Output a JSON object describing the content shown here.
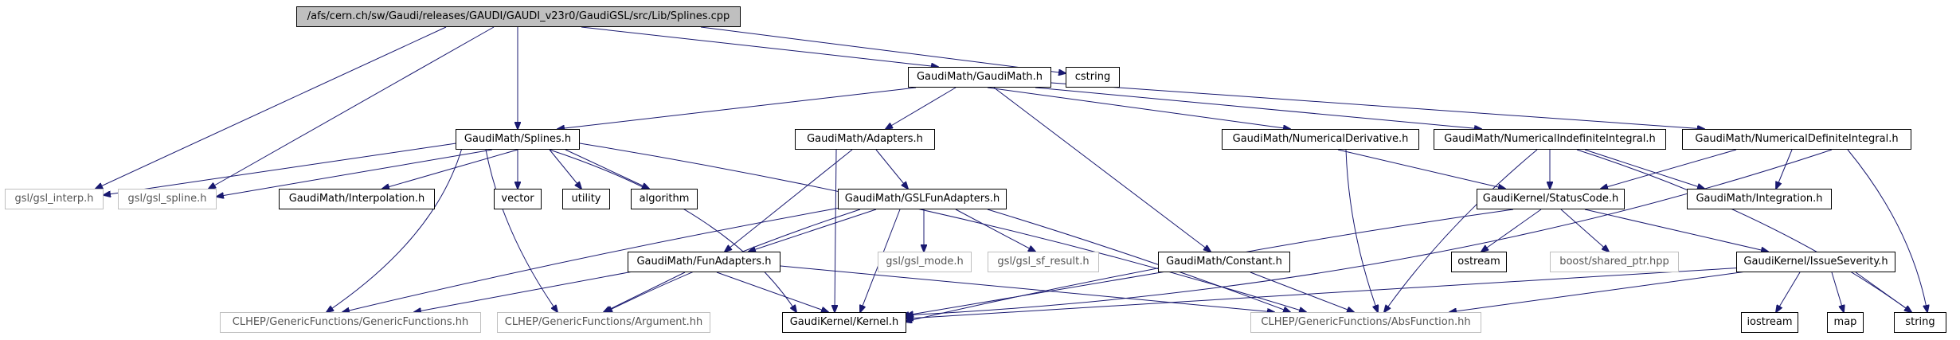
{
  "colors": {
    "edge": "#191970",
    "root_fill": "#bfbfbf",
    "missing_border": "#bfbfbf",
    "node_border": "#000000"
  },
  "nodes": {
    "root": "/afs/cern.ch/sw/Gaudi/releases/GAUDI/GAUDI_v23r0/GaudiGSL/src/Lib/Splines.cpp",
    "gaudimath": "GaudiMath/GaudiMath.h",
    "cstring": "cstring",
    "splines": "GaudiMath/Splines.h",
    "adapters": "GaudiMath/Adapters.h",
    "numderiv": "GaudiMath/NumericalDerivative.h",
    "numindef": "GaudiMath/NumericalIndefiniteIntegral.h",
    "numdef": "GaudiMath/NumericalDefiniteIntegral.h",
    "interp": "gsl/gsl_interp.h",
    "spline": "gsl/gsl_spline.h",
    "interpolation": "GaudiMath/Interpolation.h",
    "vector": "vector",
    "utility": "utility",
    "algorithm": "algorithm",
    "gslfun": "GaudiMath/GSLFunAdapters.h",
    "statuscode": "GaudiKernel/StatusCode.h",
    "integration": "GaudiMath/Integration.h",
    "funadapters": "GaudiMath/FunAdapters.h",
    "gslmode": "gsl/gsl_mode.h",
    "sfresult": "gsl/gsl_sf_result.h",
    "constant": "GaudiMath/Constant.h",
    "ostream": "ostream",
    "sharedptr": "boost/shared_ptr.hpp",
    "severity": "GaudiKernel/IssueSeverity.h",
    "generic": "CLHEP/GenericFunctions/GenericFunctions.hh",
    "argument": "CLHEP/GenericFunctions/Argument.hh",
    "kernel": "GaudiKernel/Kernel.h",
    "absfunction": "CLHEP/GenericFunctions/AbsFunction.hh",
    "iostream": "iostream",
    "map": "map",
    "string": "string"
  }
}
